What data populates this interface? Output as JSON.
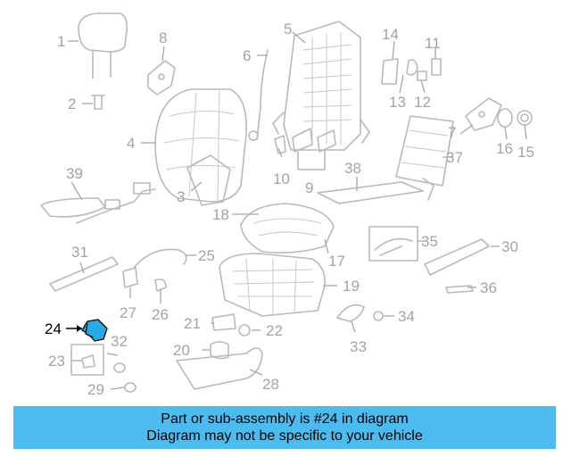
{
  "diagram": {
    "highlighted_part": "24",
    "callouts": [
      "1",
      "2",
      "3",
      "4",
      "5",
      "6",
      "7",
      "8",
      "9",
      "10",
      "11",
      "12",
      "13",
      "14",
      "15",
      "16",
      "17",
      "18",
      "19",
      "20",
      "21",
      "22",
      "23",
      "24",
      "25",
      "26",
      "27",
      "28",
      "29",
      "30",
      "31",
      "32",
      "33",
      "34",
      "35",
      "36",
      "37",
      "38",
      "39"
    ],
    "colors": {
      "highlight": "#27a9e1",
      "banner": "#4cbcf0",
      "line_art": "#b9b9b9"
    }
  },
  "banner": {
    "line1": "Part or sub-assembly is #24 in diagram",
    "line2": "Diagram may not be specific to your vehicle"
  }
}
